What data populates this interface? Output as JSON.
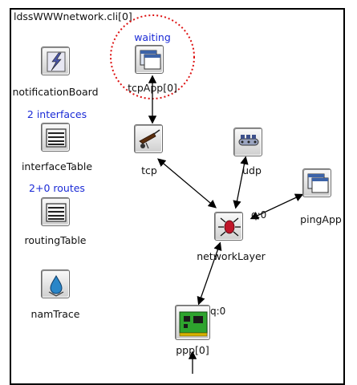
{
  "title": "ldssWWWnetwork.cli[0]",
  "modules": {
    "notificationBoard": {
      "label": "notificationBoard",
      "icon": "lightning-icon"
    },
    "interfaceTable": {
      "label": "interfaceTable",
      "status": "2 interfaces",
      "icon": "table-icon"
    },
    "routingTable": {
      "label": "routingTable",
      "status": "2+0 routes",
      "icon": "table-icon"
    },
    "namTrace": {
      "label": "namTrace",
      "icon": "drop-icon"
    },
    "tcpApp": {
      "label": "tcpApp[0]",
      "status": "waiting",
      "icon": "app-window-icon"
    },
    "tcp": {
      "label": "tcp",
      "icon": "wheelbarrow-icon"
    },
    "udp": {
      "label": "udp",
      "icon": "conveyor-icon"
    },
    "pingApp": {
      "label": "pingApp",
      "icon": "app-window-icon"
    },
    "networkLayer": {
      "label": "networkLayer",
      "icon": "router-icon",
      "gate_label": "q:0"
    },
    "ppp": {
      "label": "ppp[0]",
      "icon": "network-card-icon",
      "gate_label": "q:0"
    }
  },
  "colors": {
    "status_text": "#1a2ad6",
    "highlight_circle": "#dd1111",
    "connection": "#000000"
  }
}
